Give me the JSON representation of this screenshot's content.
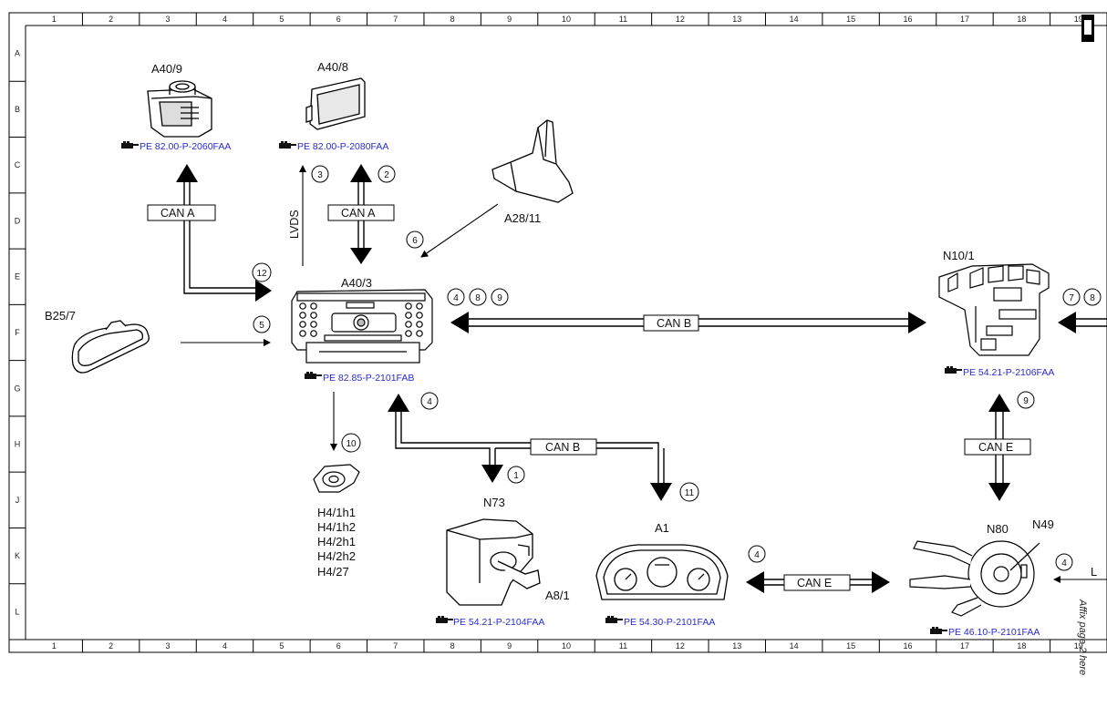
{
  "grid": {
    "columns": [
      "1",
      "2",
      "3",
      "4",
      "5",
      "6",
      "7",
      "8",
      "9",
      "10",
      "11",
      "12",
      "13",
      "14",
      "15",
      "16",
      "17",
      "18",
      "19"
    ],
    "rows": [
      "A",
      "B",
      "C",
      "D",
      "E",
      "F",
      "G",
      "H",
      "J",
      "K",
      "L"
    ]
  },
  "components": {
    "a40_9": "A40/9",
    "a40_8": "A40/8",
    "a28_11": "A28/11",
    "a40_3": "A40/3",
    "n10_1": "N10/1",
    "b25_7": "B25/7",
    "n73": "N73",
    "a1": "A1",
    "a8_1": "A8/1",
    "n80": "N80",
    "n49": "N49",
    "speakers": [
      "H4/1h1",
      "H4/1h2",
      "H4/2h1",
      "H4/2h2",
      "H4/27"
    ]
  },
  "references": {
    "a40_9": "PE 82.00-P-2060FAA",
    "a40_8": "PE 82.00-P-2080FAA",
    "a40_3": "PE 82.85-P-2101FAB",
    "n10_1": "PE 54.21-P-2106FAA",
    "n73": "PE 54.21-P-2104FAA",
    "a1": "PE 54.30-P-2101FAA",
    "n80": "PE 46.10-P-2101FAA"
  },
  "buses": {
    "can_a_left": "CAN A",
    "can_a_mid": "CAN A",
    "lvds": "LVDS",
    "can_b_main": "CAN B",
    "can_b_lower": "CAN B",
    "can_e_right": "CAN E",
    "can_e_bottom": "CAN E"
  },
  "circles": {
    "c2": "2",
    "c3": "3",
    "c6": "6",
    "c12": "12",
    "c5": "5",
    "c4a": "4",
    "c8a": "8",
    "c9a": "9",
    "c7": "7",
    "c8b": "8",
    "c4b": "4",
    "c10": "10",
    "c1": "1",
    "c11": "11",
    "c9b": "9",
    "c4c": "4",
    "c4d": "4"
  },
  "edge": {
    "affix_note": "Affix page 2 here",
    "l_label": "L"
  },
  "colors": {
    "reference_text": "#2a2ad0",
    "line": "#000000"
  },
  "icons": [
    "pointing-hand-icon"
  ]
}
